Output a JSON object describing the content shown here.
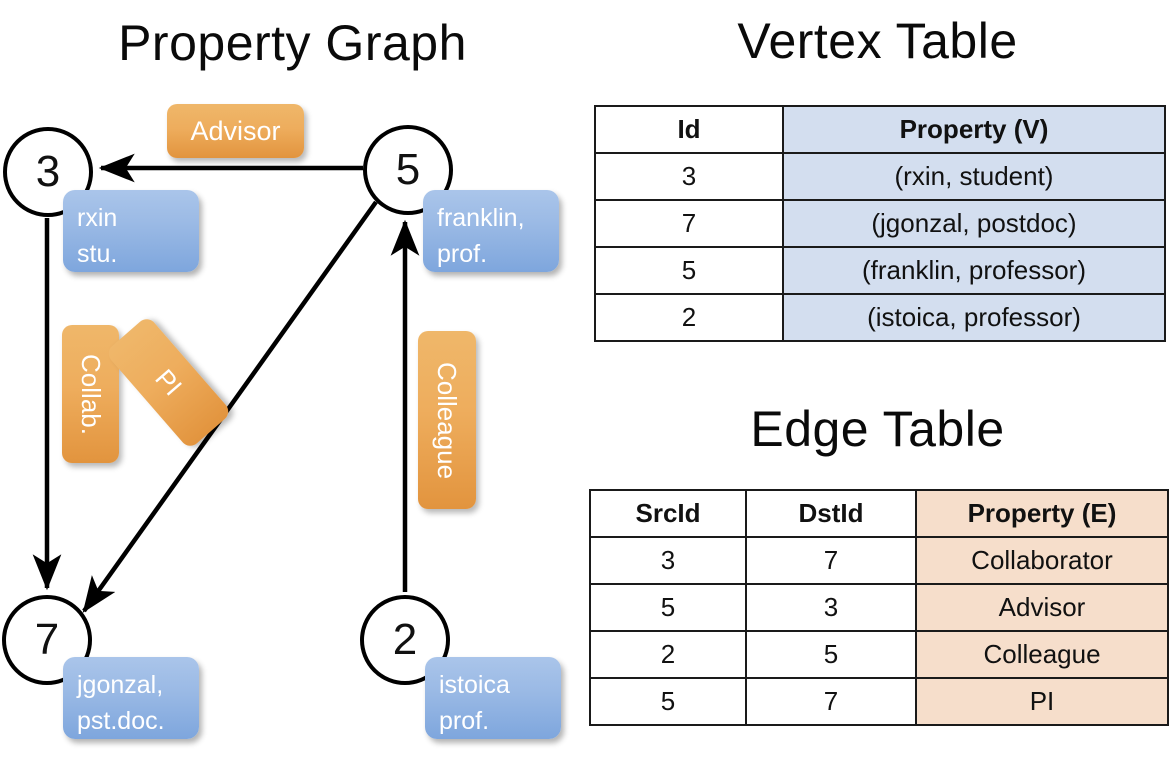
{
  "titles": {
    "property_graph": "Property Graph",
    "vertex_table": "Vertex Table",
    "edge_table": "Edge Table"
  },
  "graph": {
    "vertices": [
      {
        "id": "3",
        "name": "rxin",
        "role": "stu.",
        "box_text": "rxin\nstu."
      },
      {
        "id": "5",
        "name": "franklin",
        "role": "prof.",
        "box_text": "franklin,\nprof."
      },
      {
        "id": "7",
        "name": "jgonzal",
        "role": "pst.doc.",
        "box_text": "jgonzal,\npst.doc."
      },
      {
        "id": "2",
        "name": "istoica",
        "role": "prof.",
        "box_text": "istoica\nprof."
      }
    ],
    "edge_labels": {
      "advisor": "Advisor",
      "collab": "Collab.",
      "pi": "PI",
      "colleague": "Colleague"
    }
  },
  "vertex_table": {
    "headers": [
      "Id",
      "Property (V)"
    ],
    "rows": [
      {
        "id": "3",
        "property": "(rxin, student)"
      },
      {
        "id": "7",
        "property": "(jgonzal, postdoc)"
      },
      {
        "id": "5",
        "property": "(franklin, professor)"
      },
      {
        "id": "2",
        "property": "(istoica, professor)"
      }
    ]
  },
  "edge_table": {
    "headers": [
      "SrcId",
      "DstId",
      "Property (E)"
    ],
    "rows": [
      {
        "src": "3",
        "dst": "7",
        "property": "Collaborator"
      },
      {
        "src": "5",
        "dst": "3",
        "property": "Advisor"
      },
      {
        "src": "2",
        "dst": "5",
        "property": "Colleague"
      },
      {
        "src": "5",
        "dst": "7",
        "property": "PI"
      }
    ]
  },
  "colors": {
    "vertex_property_fill": "#d3deef",
    "edge_property_fill": "#f6decb",
    "node_box_blue": "#9bbae5",
    "edge_label_orange": "#eead5d",
    "stroke": "#000000"
  }
}
